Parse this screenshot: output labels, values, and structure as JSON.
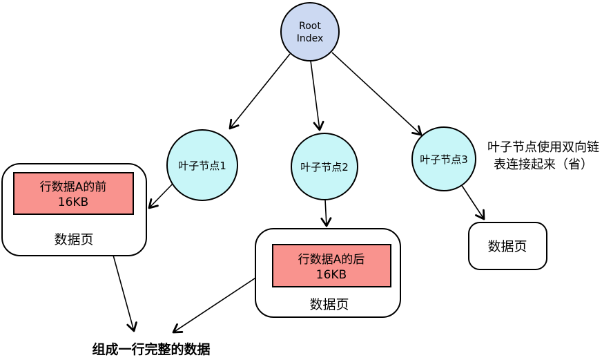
{
  "colors": {
    "root_fill": "#ccd9f2",
    "leaf_fill": "#c8f6f8",
    "block_fill": "#f9938e",
    "stroke": "#000000",
    "background": "#ffffff"
  },
  "root_node": {
    "line1": "Root",
    "line2": "Index"
  },
  "leaf_nodes": [
    {
      "label": "叶子节点1"
    },
    {
      "label": "叶子节点2"
    },
    {
      "label": "叶子节点3"
    }
  ],
  "annotation": {
    "line1": "叶子节点使用双向链",
    "line2": "表连接起来（省）"
  },
  "data_pages": [
    {
      "label": "数据页",
      "block": {
        "line1": "行数据A的前",
        "line2": "16KB"
      }
    },
    {
      "label": "数据页",
      "block": {
        "line1": "行数据A的后",
        "line2": "16KB"
      }
    },
    {
      "label": "数据页"
    }
  ],
  "bottom_caption": "组成一行完整的数据"
}
